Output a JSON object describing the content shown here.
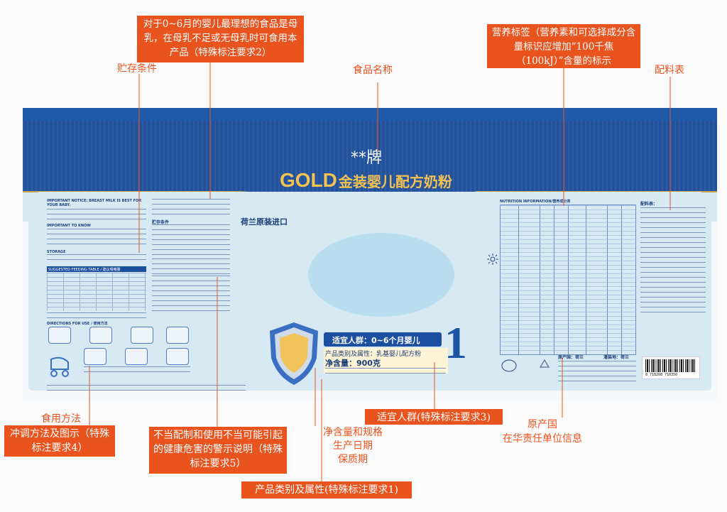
{
  "callouts": {
    "top_center": "对于0~6月的婴儿最理想的食品是母乳，在母乳不足或无母乳时可食用本产品（特殊标注要求2）",
    "storage": "贮存条件",
    "food_name": "食品名称",
    "nutrition": "营养标签（营养素和可选择成分含量标识应增加“100千焦（100kJ）”含量的标示",
    "ingredients": "配料表",
    "usage_title": "食用方法",
    "usage": "冲调方法及图示（特殊标注要求4）",
    "warning": "不当配制和使用不当可能引起的健康危害的警示说明（特殊标注要求5）",
    "net_content": "净含量和规格\n生产日期\n保质期",
    "category": "产品类别及属性(特殊标注要求1)",
    "target_group": "适宜人群(特殊标注要求3)",
    "origin": "原产国\n在华责任单位信息"
  },
  "product": {
    "brand": "**牌",
    "name_en": "GOLD",
    "name_cn": "金装婴儿配方奶粉",
    "imported": "荷兰原装进口",
    "stage": "1",
    "target": "适宜人群：0~6个月婴儿",
    "category": "产品类别及属性：乳基婴儿配方粉",
    "net": "净含量：900克",
    "origin": "原产国：荷兰",
    "packer": "灌装地：荷兰",
    "ingredients_title": "配料表：",
    "nutrition_title": "NUTRITION INFORMATION/营养成分表",
    "storage_title": "贮存条件",
    "important_notice": "IMPORTANT NOTICE: BREAST MILK IS BEST FOR YOUR BABY.",
    "important_know": "IMPORTANT TO KNOW",
    "storage_en": "STORAGE",
    "feeding_table_title": "SUGGESTED FEEDING TABLE / 建议喂哺量",
    "directions": "DIRECTIONS FOR USE / 使用方法",
    "barcode_digits": "8 718208 710350"
  },
  "colors": {
    "accent": "#e8531e",
    "band": "#23529c",
    "light": "#d7eaf4"
  }
}
